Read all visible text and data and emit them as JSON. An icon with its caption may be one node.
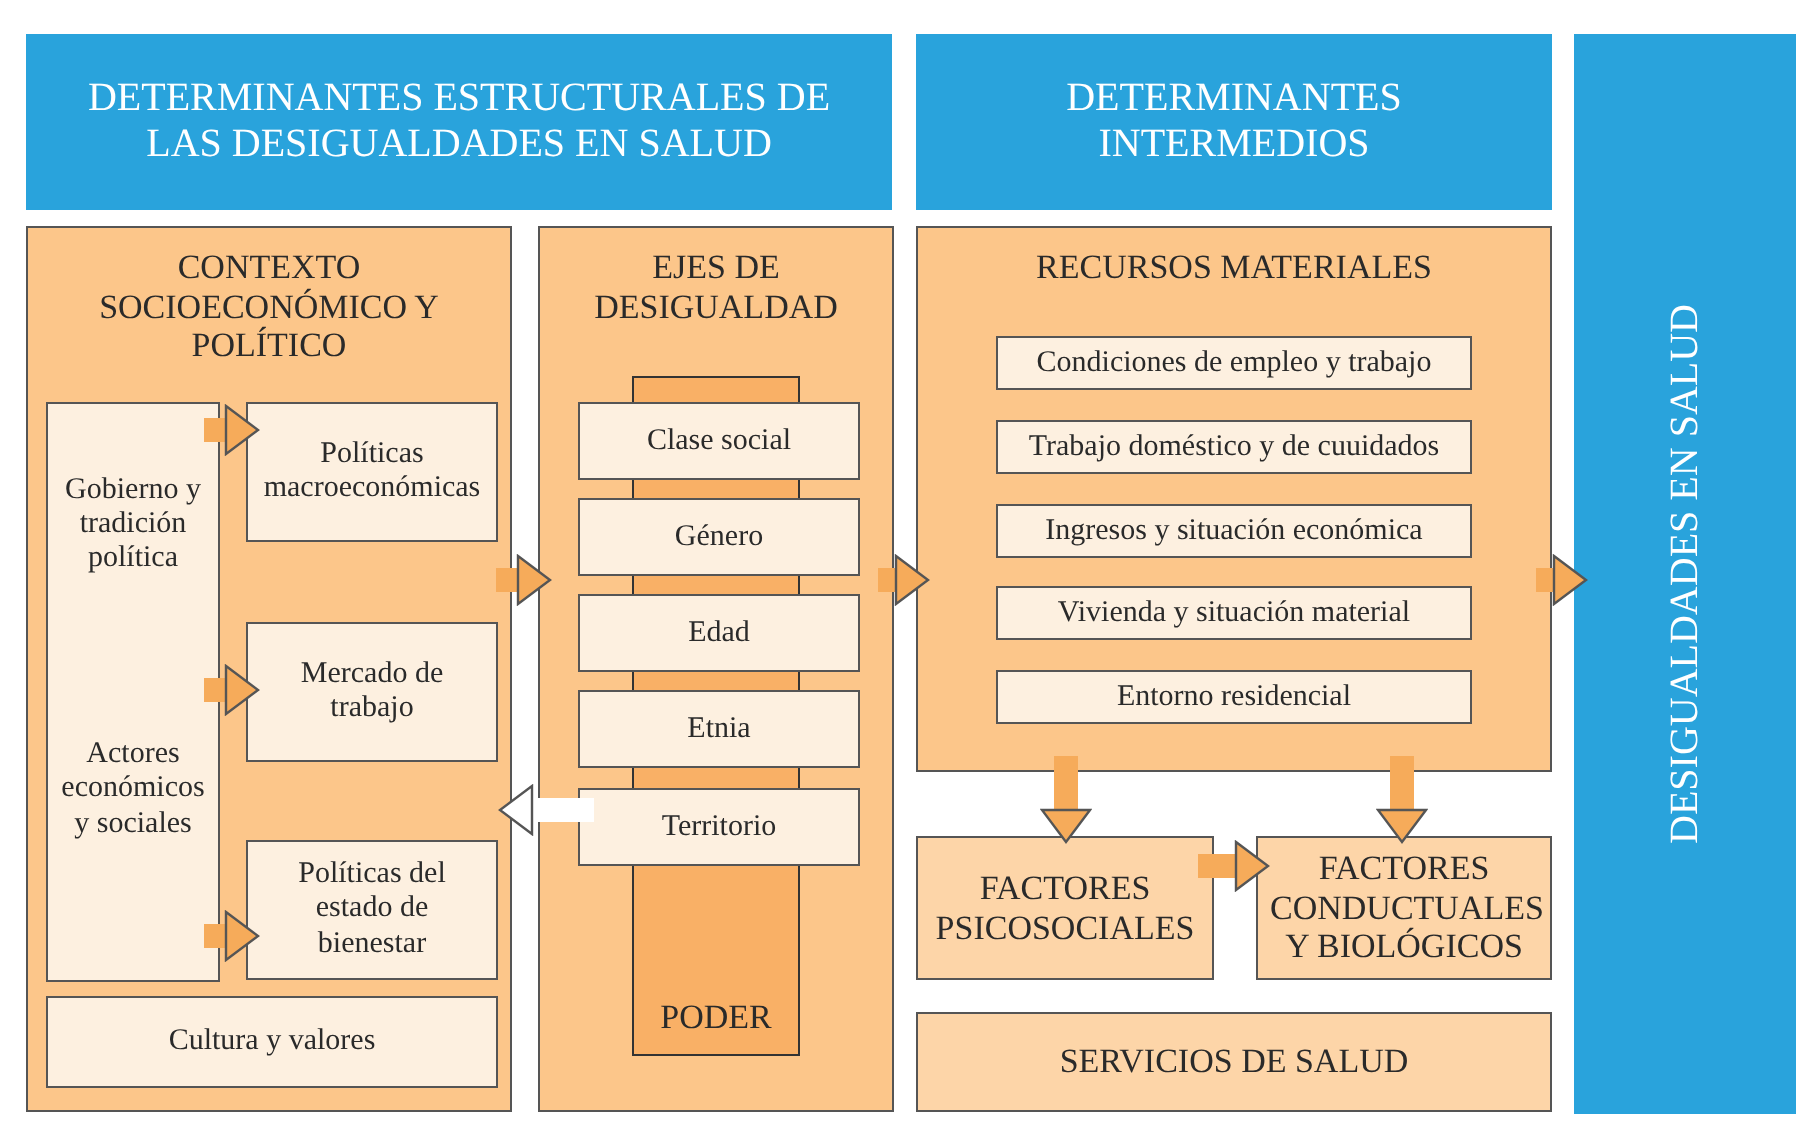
{
  "diagram": {
    "nodes": [
      {
        "text": [
          "DETERMINANTES ESTRUCTURALES DE LAS DESIGUALDADES EN SALUD"
        ]
      },
      {
        "text": [
          "DETERMINANTES INTERMEDIOS"
        ]
      },
      {
        "text": [
          "DESIGUALDADES EN SALUD"
        ]
      },
      {
        "text": [
          "CONTEXTO SOCIOECONÓMICO Y POLÍTICO"
        ]
      },
      {
        "text": [
          "Gobierno y tradición política",
          "Actores económicos y sociales"
        ],
        "in": 3
      },
      {
        "text": [
          "Políticas macroeconómicas"
        ],
        "in": 3
      },
      {
        "text": [
          "Mercado de trabajo"
        ],
        "in": 3
      },
      {
        "text": [
          "Políticas del estado de bienestar"
        ],
        "in": 3
      },
      {
        "text": [
          "Cultura y valores"
        ],
        "in": 3
      },
      {
        "text": [
          "EJES DE DESIGUALDAD"
        ]
      },
      {
        "text": [
          "PODER"
        ],
        "in": 9
      },
      {
        "text": [
          "Clase social"
        ],
        "in": 9
      },
      {
        "text": [
          "Género"
        ],
        "in": 9
      },
      {
        "text": [
          "Edad"
        ],
        "in": 9
      },
      {
        "text": [
          "Etnia"
        ],
        "in": 9
      },
      {
        "text": [
          "Territorio"
        ],
        "in": 9
      },
      {
        "text": [
          "RECURSOS MATERIALES"
        ]
      },
      {
        "text": [
          "Condiciones de empleo y trabajo"
        ],
        "in": 16
      },
      {
        "text": [
          "Trabajo doméstico y de cuuidados"
        ],
        "in": 16
      },
      {
        "text": [
          "Ingresos y situación económica"
        ],
        "in": 16
      },
      {
        "text": [
          "Vivienda y situación material"
        ],
        "in": 16
      },
      {
        "text": [
          "Entorno residencial"
        ],
        "in": 16
      },
      {
        "text": [
          "FACTORES PSICOSOCIALES"
        ]
      },
      {
        "text": [
          "FACTORES CONDUCTUALES Y BIOLÓGICOS"
        ]
      },
      {
        "text": [
          "SERVICIOS DE SALUD"
        ]
      }
    ],
    "edges": [
      {
        "from": 4,
        "to": 5,
        "arrow": "to"
      },
      {
        "from": 4,
        "to": 6,
        "arrow": "to"
      },
      {
        "from": 4,
        "to": 7,
        "arrow": "to"
      },
      {
        "from": 3,
        "to": 9,
        "arrow": "to"
      },
      {
        "from": 15,
        "to": 3,
        "arrow": "to",
        "color": "#ffffff"
      },
      {
        "from": 9,
        "to": 16,
        "arrow": "to"
      },
      {
        "from": 16,
        "to": 2,
        "arrow": "to"
      },
      {
        "from": 16,
        "to": 22,
        "arrow": "to"
      },
      {
        "from": 16,
        "to": 23,
        "arrow": "to"
      },
      {
        "from": 22,
        "to": 23,
        "arrow": "to"
      }
    ]
  }
}
